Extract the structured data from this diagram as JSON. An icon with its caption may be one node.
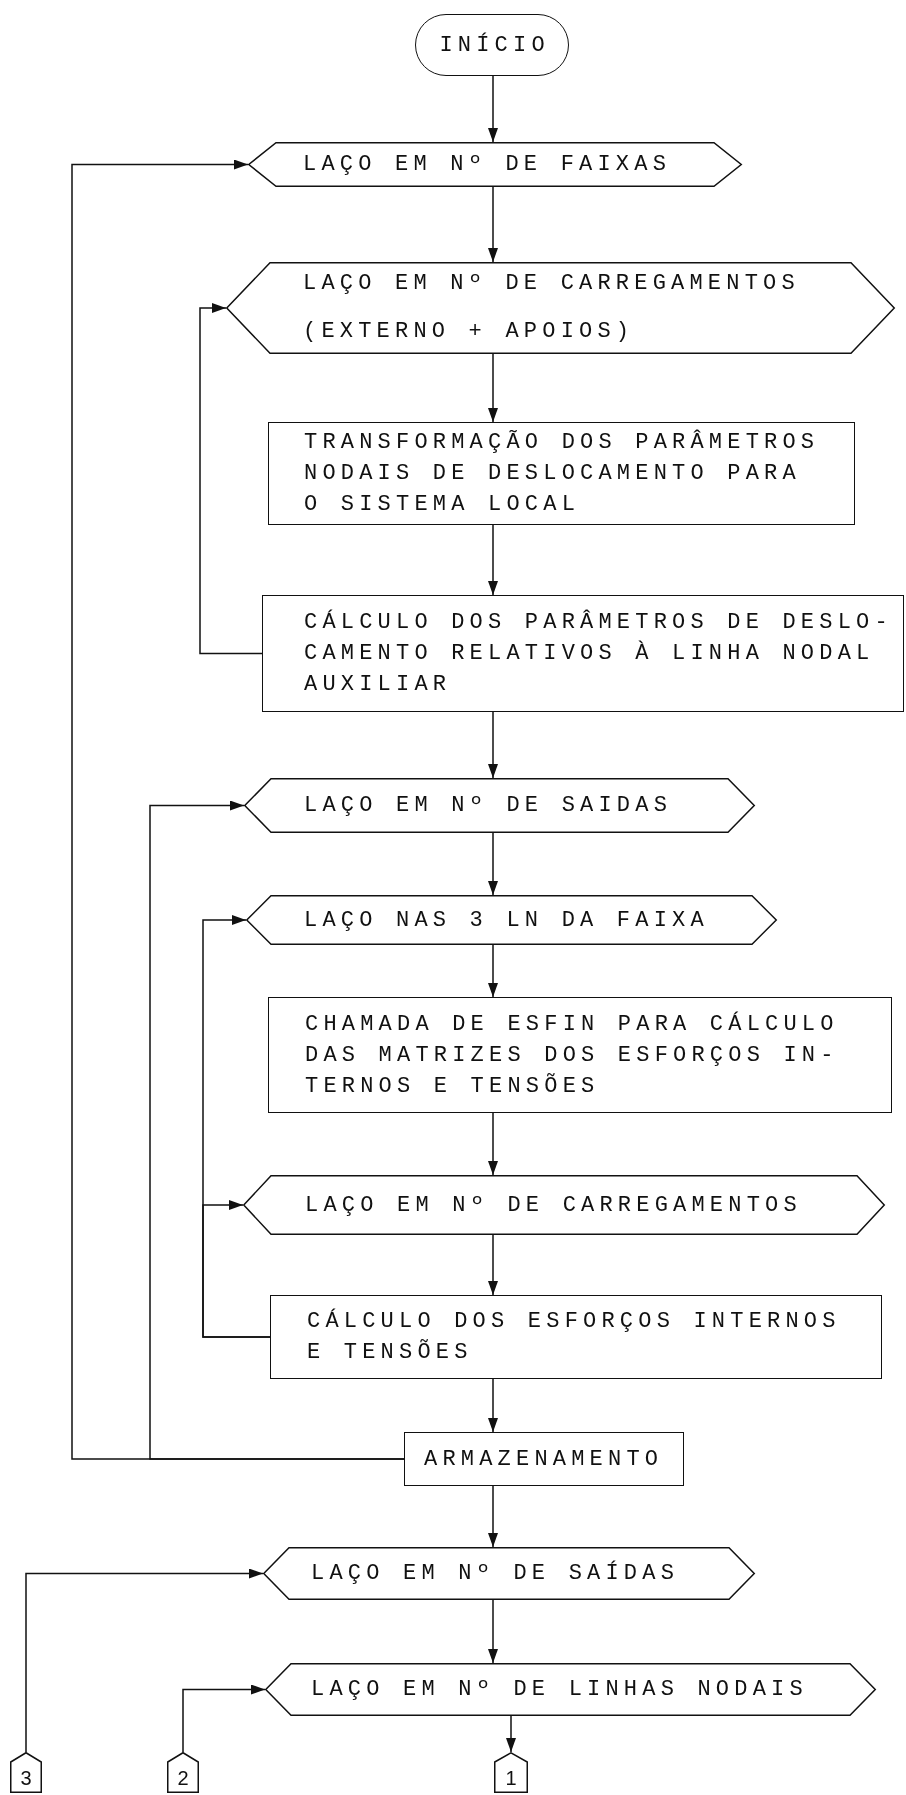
{
  "diagram": {
    "nodes": [
      {
        "text": [
          "INÍCIO"
        ]
      },
      {
        "text": [
          "LAÇO EM Nº DE FAIXAS"
        ]
      },
      {
        "text": [
          "LAÇO EM Nº DE CARREGAMENTOS (EXTERNO + APOIOS)"
        ]
      },
      {
        "text": [
          "TRANSFORMAÇÃO DOS PARÂMETROS NODAIS DE DESLOCAMENTO PARA O SISTEMA LOCAL"
        ]
      },
      {
        "text": [
          "CÁLCULO DOS PARÂMETROS DE DESLO- CAMENTO RELATIVOS À LINHA NODAL AUXILIAR"
        ]
      },
      {
        "text": [
          "LAÇO EM Nº DE SAIDAS"
        ]
      },
      {
        "text": [
          "LAÇO NAS 3 LN DA FAIXA"
        ]
      },
      {
        "text": [
          "CHAMADA DE ESFIN PARA CÁLCULO DAS MATRIZES DOS ESFORÇOS IN- TERNOS E TENSÕES"
        ]
      },
      {
        "text": [
          "LAÇO EM Nº DE CARREGAMENTOS"
        ]
      },
      {
        "text": [
          "CÁLCULO DOS ESFORÇOS INTERNOS E TENSÕES"
        ]
      },
      {
        "text": [
          "ARMAZENAMENTO"
        ]
      },
      {
        "text": [
          "LAÇO EM Nº DE SAÍDAS"
        ]
      },
      {
        "text": [
          "LAÇO EM Nº DE LINHAS NODAIS"
        ]
      },
      {
        "text": [
          "3"
        ]
      },
      {
        "text": [
          "2"
        ]
      },
      {
        "text": [
          "1"
        ]
      }
    ],
    "edges": [
      {
        "from": 0,
        "to": 1,
        "arrow": "to"
      },
      {
        "from": 1,
        "to": 2,
        "arrow": "to"
      },
      {
        "from": 2,
        "to": 3,
        "arrow": "to"
      },
      {
        "from": 3,
        "to": 4,
        "arrow": "to"
      },
      {
        "from": 4,
        "to": 2,
        "arrow": "to"
      },
      {
        "from": 4,
        "to": 5,
        "arrow": "to"
      },
      {
        "from": 5,
        "to": 6,
        "arrow": "to"
      },
      {
        "from": 6,
        "to": 7,
        "arrow": "to"
      },
      {
        "from": 7,
        "to": 8,
        "arrow": "to"
      },
      {
        "from": 8,
        "to": 9,
        "arrow": "to"
      },
      {
        "from": 9,
        "to": 8,
        "arrow": "to"
      },
      {
        "from": 9,
        "to": 6,
        "arrow": "to"
      },
      {
        "from": 9,
        "to": 10,
        "arrow": "to"
      },
      {
        "from": 10,
        "to": 5,
        "arrow": "to"
      },
      {
        "from": 10,
        "to": 1,
        "arrow": "to"
      },
      {
        "from": 10,
        "to": 11,
        "arrow": "to"
      },
      {
        "from": 11,
        "to": 12,
        "arrow": "to"
      },
      {
        "from": 12,
        "to": 15,
        "arrow": "to"
      },
      {
        "from": 13,
        "to": 11,
        "arrow": "to"
      },
      {
        "from": 14,
        "to": 12,
        "arrow": "to"
      }
    ]
  }
}
